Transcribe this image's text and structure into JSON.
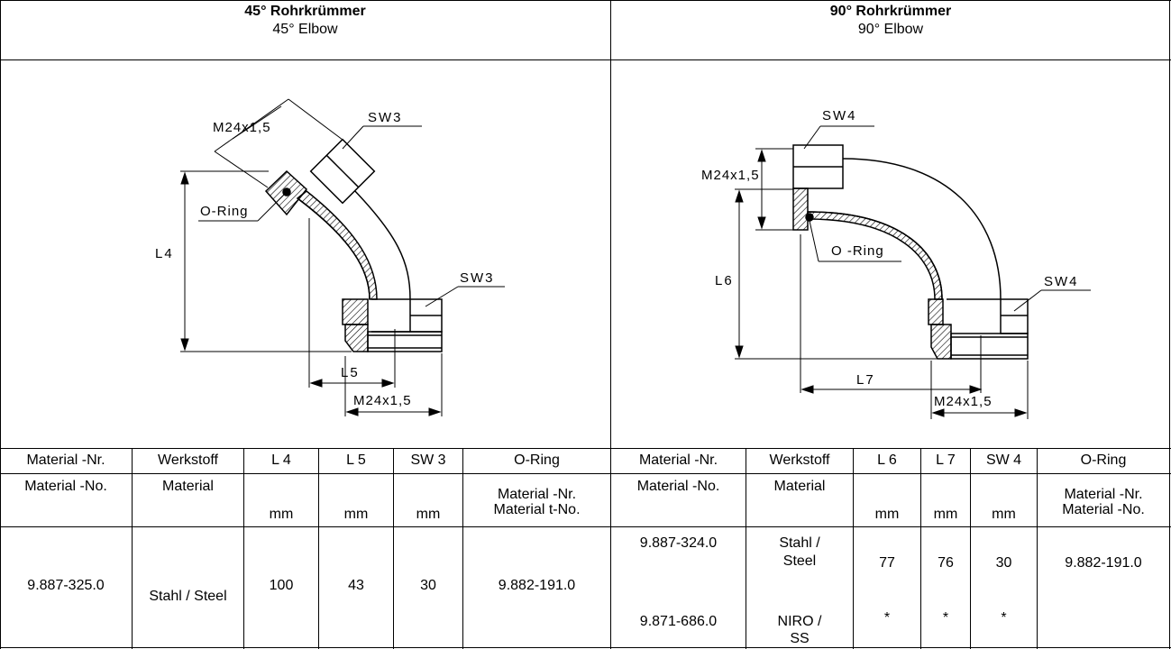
{
  "left": {
    "title_de": "45° Rohrkrümmer",
    "title_en": "45° Elbow",
    "drawing": {
      "thread_top": "M24x1,5",
      "sw_top": "SW3",
      "oring": "O-Ring",
      "l4": "L4",
      "sw_bottom": "SW3",
      "l5": "L5",
      "thread_bottom": "M24x1,5"
    },
    "headers": {
      "material_nr": "Material -Nr.",
      "material_no": "Material -No.",
      "werkstoff": "Werkstoff",
      "material": "Material",
      "l4": "L 4",
      "l5": "L 5",
      "sw": "SW 3",
      "mm": "mm",
      "oring": "O-Ring",
      "oring_nr": "Material -Nr.",
      "oring_no": "Material t-No."
    },
    "row": {
      "material_nr": "9.887-325.0",
      "werkstoff": "Stahl / Steel",
      "l4": "100",
      "l5": "43",
      "sw": "30",
      "oring": "9.882-191.0"
    }
  },
  "right": {
    "title_de": "90° Rohrkrümmer",
    "title_en": "90° Elbow",
    "drawing": {
      "sw_top": "SW4",
      "thread_top": "M24x1,5",
      "oring": "O -Ring",
      "l6": "L6",
      "sw_bottom": "SW4",
      "l7": "L7",
      "thread_bottom": "M24x1,5"
    },
    "headers": {
      "material_nr": "Material -Nr.",
      "material_no": "Material -No.",
      "werkstoff": "Werkstoff",
      "material": "Material",
      "l6": "L 6",
      "l7": "L 7",
      "sw": "SW 4",
      "mm": "mm",
      "oring": "O-Ring",
      "oring_nr": "Material -Nr.",
      "oring_no": "Material -No."
    },
    "rows": [
      {
        "material_nr": "9.887-324.0",
        "werkstoff": "Stahl / Steel",
        "l6": "77",
        "l7": "76",
        "sw": "30",
        "oring": "9.882-191.0"
      },
      {
        "material_nr": "9.871-686.0",
        "werkstoff": "NIRO / SS",
        "l6": "*",
        "l7": "*",
        "sw": "*",
        "oring": ""
      }
    ]
  }
}
